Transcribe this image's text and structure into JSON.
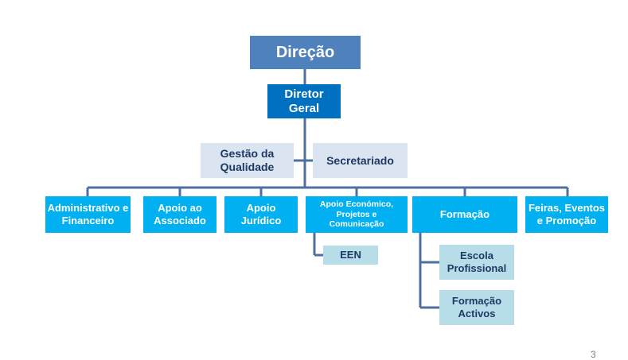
{
  "colors": {
    "direcao": "#4f81bd",
    "diretor": "#0070c0",
    "side": "#dbe5f1",
    "side_text": "#1f3864",
    "dept": "#00b0f0",
    "sub": "#b7dde8",
    "sub_text": "#1f3864",
    "connector": "#4f6fa0"
  },
  "nodes": {
    "direcao": "Direção",
    "diretor_geral": [
      "Diretor",
      "Geral"
    ],
    "gestao_qualidade": [
      "Gestão da",
      "Qualidade"
    ],
    "secretariado": "Secretariado",
    "administrativo": [
      "Administrativo e",
      "Financeiro"
    ],
    "apoio_associado": [
      "Apoio ao",
      "Associado"
    ],
    "apoio_juridico": [
      "Apoio",
      "Jurídico"
    ],
    "apoio_economico": [
      "Apoio Económico,",
      "Projetos e",
      "Comunicação"
    ],
    "formacao": "Formação",
    "feiras": [
      "Feiras, Eventos",
      "e Promoção"
    ],
    "een": "EEN",
    "escola_profissional": [
      "Escola",
      "Profissional"
    ],
    "formacao_activos": [
      "Formação",
      "Activos"
    ]
  },
  "page_number": "3"
}
